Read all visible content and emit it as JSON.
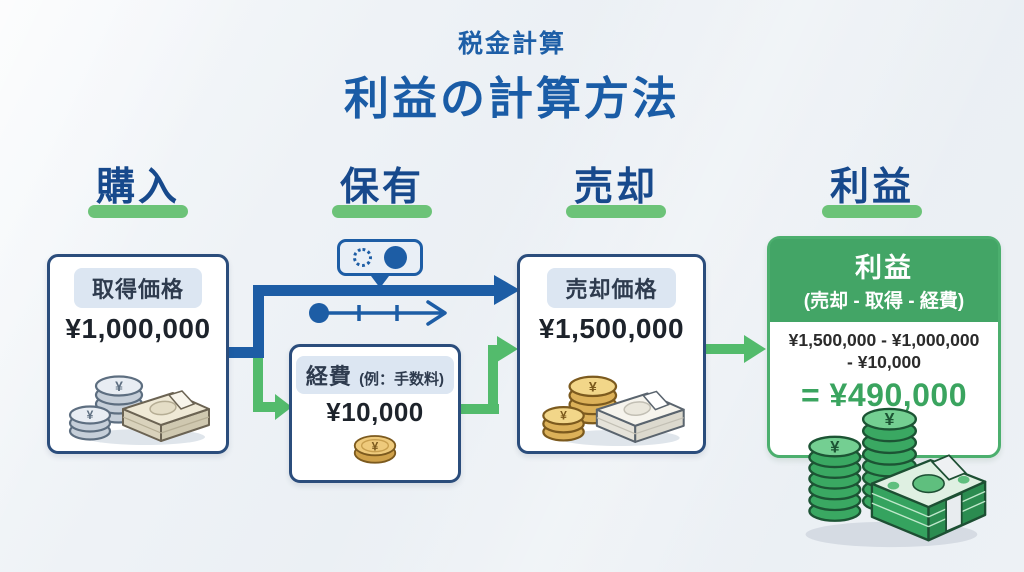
{
  "title": {
    "subtitle": "税金計算",
    "main": "利益の計算方法"
  },
  "stages": [
    {
      "label": "購入"
    },
    {
      "label": "保有"
    },
    {
      "label": "売却"
    },
    {
      "label": "利益"
    }
  ],
  "boxes": {
    "purchase": {
      "badge": "取得価格",
      "amount": "¥1,000,000",
      "icon": "silver-coins-banknotes-icon"
    },
    "expense": {
      "badge": "経費",
      "badge_note": "(例：手数料)",
      "amount": "¥10,000",
      "icon": "gold-coin-icon"
    },
    "sale": {
      "badge": "売却価格",
      "amount": "¥1,500,000",
      "icon": "gold-coins-banknotes-icon"
    },
    "profit": {
      "header": "利益",
      "formula": "(売却 - 取得 - 経費)",
      "calc_line1": "¥1,500,000 - ¥1,000,000",
      "calc_line2": "- ¥10,000",
      "result": "= ¥490,000",
      "icon": "green-coins-banknotes-icon"
    }
  },
  "hold": {
    "tooltip_icon": "toggle-on-bubble-icon",
    "timeline_icon": "timeline-arrow-icon"
  },
  "currency_symbol": "¥",
  "colors": {
    "title_blue": "#1a5ca6",
    "stage_navy": "#17498c",
    "underline_green": "#6cc378",
    "arrow_blue": "#1d5da5",
    "arrow_green": "#53bb6c",
    "box_border_navy": "#2b4d7c",
    "badge_bg": "#dce6f2",
    "profit_header_green": "#43a566",
    "profit_border_green": "#4caf6e",
    "result_green": "#3aa45f"
  }
}
